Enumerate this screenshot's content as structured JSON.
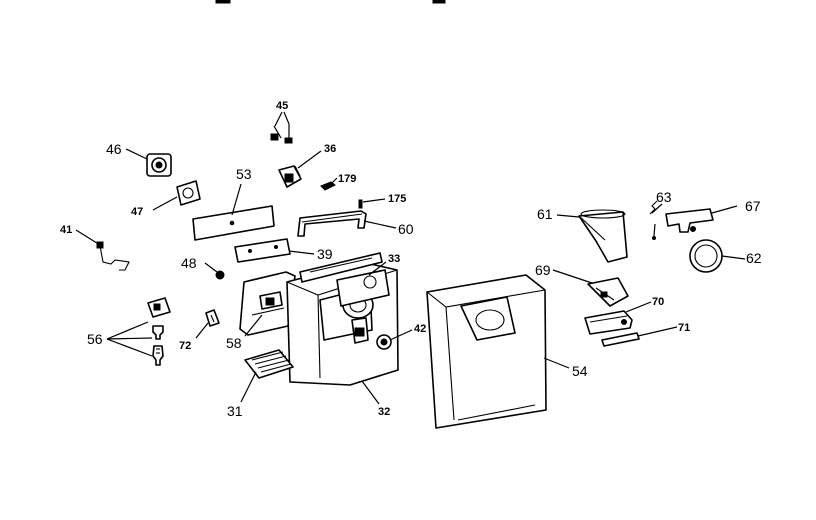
{
  "labels": {
    "p31": "31",
    "p32": "32",
    "p33": "33",
    "p36": "36",
    "p39": "39",
    "p41": "41",
    "p42": "42",
    "p45": "45",
    "p46": "46",
    "p47": "47",
    "p48": "48",
    "p53": "53",
    "p54": "54",
    "p56": "56",
    "p58": "58",
    "p60": "60",
    "p61": "61",
    "p62": "62",
    "p63": "63",
    "p67": "67",
    "p69": "69",
    "p70": "70",
    "p71": "71",
    "p72": "72",
    "p175": "175",
    "p179": "179"
  }
}
